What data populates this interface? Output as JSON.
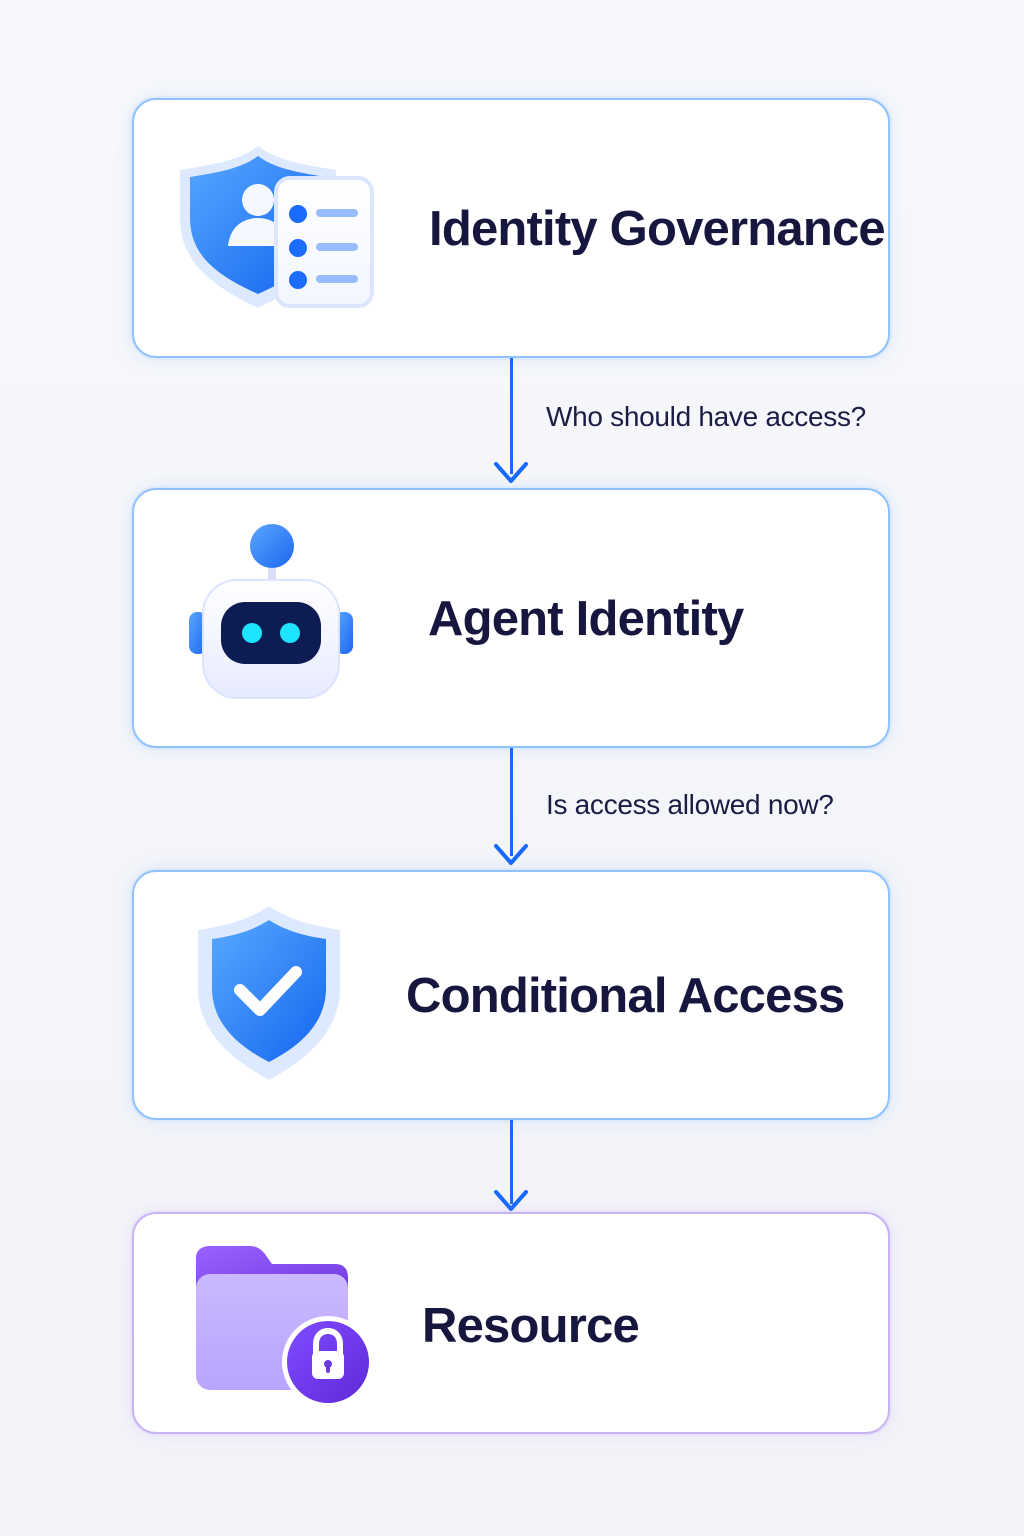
{
  "flow": {
    "steps": [
      {
        "title": "Identity Governance",
        "icon": "identity-governance-icon"
      },
      {
        "title": "Agent Identity",
        "icon": "robot-agent-icon"
      },
      {
        "title": "Conditional Access",
        "icon": "shield-check-icon"
      },
      {
        "title": "Resource",
        "icon": "locked-folder-icon"
      }
    ],
    "questions": [
      "Who should have access?",
      "Is access allowed now?"
    ]
  },
  "colors": {
    "connector": "#1769ff",
    "card_border_blue": "#8fc2ff",
    "card_border_purple": "#c7b3f4",
    "text_dark": "#17163f"
  }
}
